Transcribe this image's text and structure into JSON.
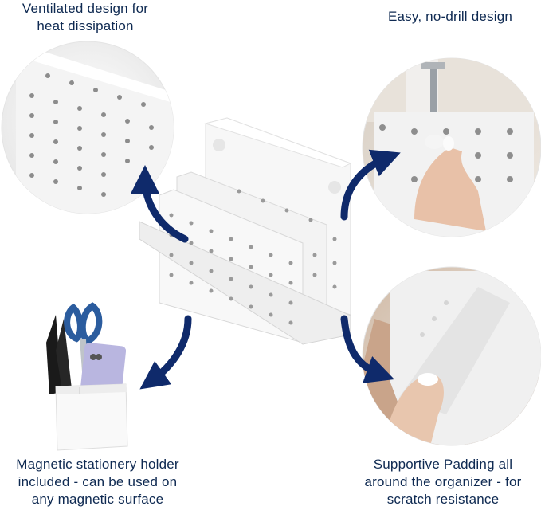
{
  "callouts": {
    "ventilation": {
      "lines": [
        "Ventilated design for",
        "heat dissipation"
      ]
    },
    "no_drill": {
      "lines": [
        "Easy, no-drill design"
      ]
    },
    "magnetic_holder": {
      "lines": [
        "Magnetic stationery holder",
        "included - can be used on",
        "any magnetic surface"
      ]
    },
    "padding": {
      "lines": [
        "Supportive Padding all",
        "around the organizer - for",
        "scratch resistance"
      ]
    }
  },
  "colors": {
    "text": "#0f2a52",
    "arrow": "#0f2a6b",
    "product_white": "#f6f6f6",
    "background": "#ffffff"
  },
  "icons": [
    "curved-arrow-icon"
  ]
}
